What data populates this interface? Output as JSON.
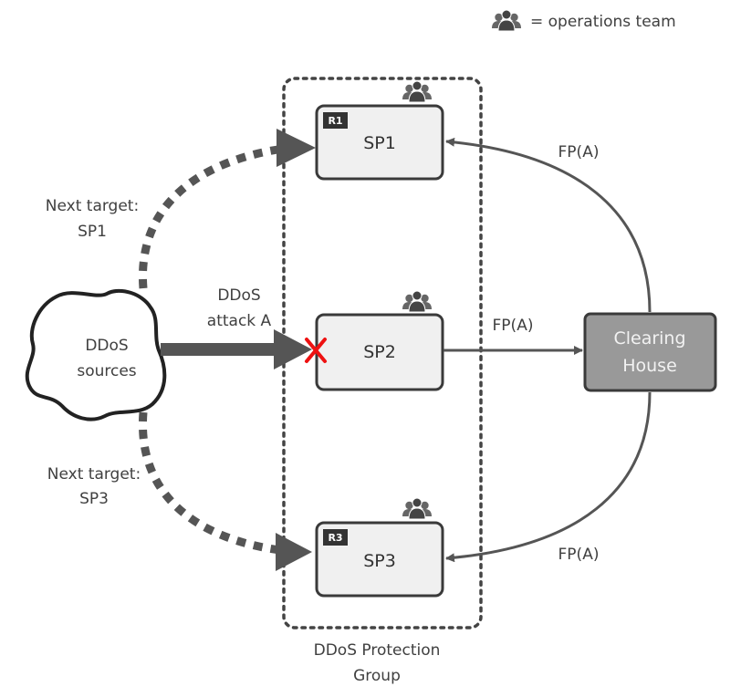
{
  "legend": {
    "icon": "operations-team-icon",
    "text": "= operations team"
  },
  "sources": {
    "line1": "DDoS",
    "line2": "sources"
  },
  "attack": {
    "line1": "DDoS",
    "line2": "attack A"
  },
  "targets": {
    "sp1": {
      "line1": "Next target:",
      "line2": "SP1"
    },
    "sp3": {
      "line1": "Next target:",
      "line2": "SP3"
    }
  },
  "providers": [
    {
      "name": "SP1",
      "badge": "R1"
    },
    {
      "name": "SP2",
      "badge": ""
    },
    {
      "name": "SP3",
      "badge": "R3"
    }
  ],
  "clearing_house": {
    "line1": "Clearing",
    "line2": "House"
  },
  "fingerprints": {
    "top": "FP(A)",
    "middle": "FP(A)",
    "bottom": "FP(A)"
  },
  "group": {
    "line1": "DDoS Protection",
    "line2": "Group"
  },
  "colors": {
    "stroke": "#555555",
    "box_fill": "#f0f0f0",
    "clearing_fill": "#999999",
    "badge_fill": "#333333",
    "block_mark": "#ee1111"
  }
}
